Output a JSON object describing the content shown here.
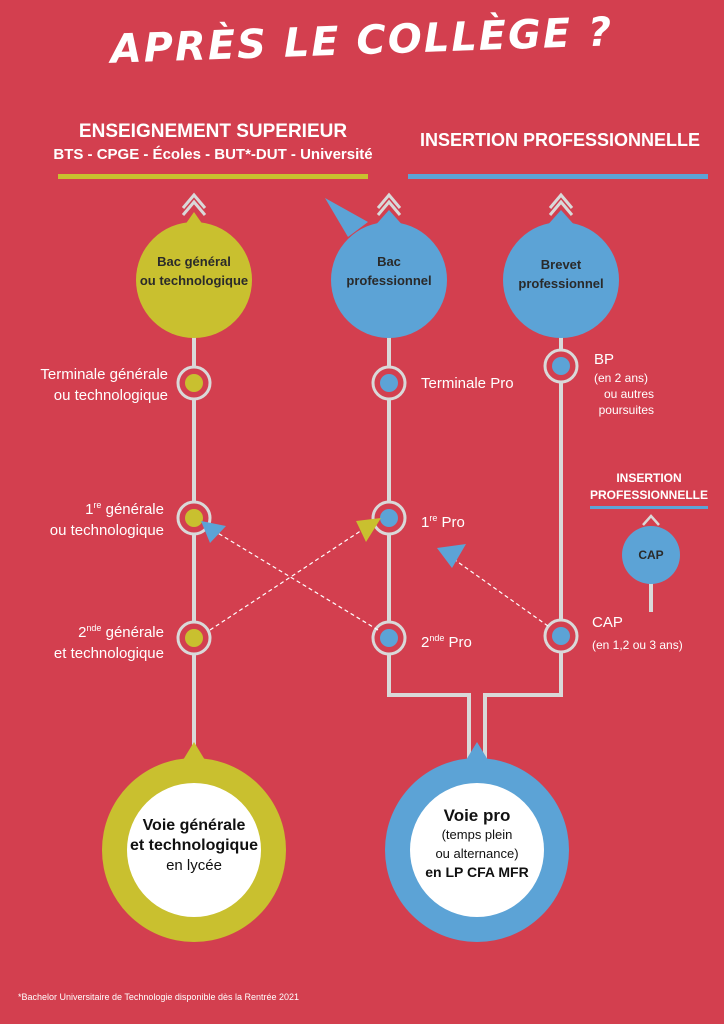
{
  "title": "APRÈS LE COLLÈGE ?",
  "colors": {
    "background": "#d33f4f",
    "yellow": "#c9c02f",
    "blue": "#5ca3d6",
    "line": "#d9d9d9"
  },
  "top": {
    "superieur": {
      "title": "ENSEIGNEMENT SUPERIEUR",
      "subtitle": "BTS - CPGE - Écoles - BUT*-DUT - Université"
    },
    "insertion": {
      "title": "INSERTION PROFESSIONNELLE"
    }
  },
  "nodes": {
    "bac_general": [
      "Bac général",
      "ou technologique"
    ],
    "bac_pro": [
      "Bac",
      "professionnel"
    ],
    "brevet_pro": [
      "Brevet",
      "professionnel"
    ],
    "cap_small": "CAP"
  },
  "left_col": {
    "terminale": [
      "Terminale générale",
      "ou technologique"
    ],
    "premiere": {
      "num": "1",
      "sup": "re",
      "rest": " générale",
      "line2": "ou technologique"
    },
    "seconde": {
      "num": "2",
      "sup": "nde",
      "rest": " générale",
      "line2": "et technologique"
    }
  },
  "mid_col": {
    "terminale": "Terminale Pro",
    "premiere": {
      "num": "1",
      "sup": "re",
      "rest": " Pro"
    },
    "seconde": {
      "num": "2",
      "sup": "nde",
      "rest": " Pro"
    }
  },
  "right_col": {
    "bp": {
      "title": "BP",
      "l1": "(en 2 ans)",
      "l2": "ou autres",
      "l3": "poursuites"
    },
    "insertion_pro": [
      "INSERTION",
      "PROFESSIONNELLE"
    ],
    "cap": {
      "title": "CAP",
      "sub": "(en 1,2 ou 3 ans)"
    }
  },
  "voie_generale": [
    "Voie générale",
    "et technologique",
    "en lycée"
  ],
  "voie_pro": [
    "Voie pro",
    "(temps plein",
    "ou alternance)",
    "en LP CFA MFR"
  ],
  "footnote": "*Bachelor Universitaire de Technologie disponible dès la Rentrée 2021"
}
